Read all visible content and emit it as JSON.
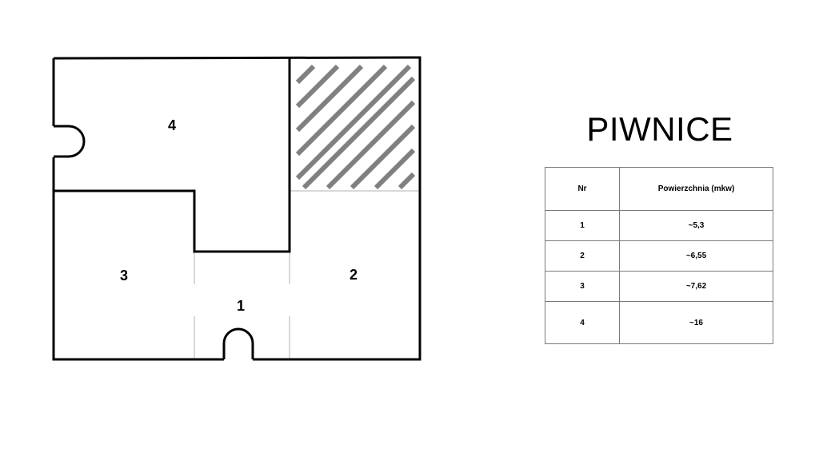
{
  "title": "PIWNICE",
  "rooms": [
    {
      "nr": "1"
    },
    {
      "nr": "2"
    },
    {
      "nr": "3"
    },
    {
      "nr": "4"
    }
  ],
  "table": {
    "headers": {
      "nr": "Nr",
      "area": "Powierzchnia (mkw)"
    },
    "rows": [
      {
        "nr": "1",
        "area": "~5,3"
      },
      {
        "nr": "2",
        "area": "~6,55"
      },
      {
        "nr": "3",
        "area": "~7,62"
      },
      {
        "nr": "4",
        "area": "~16"
      }
    ]
  },
  "colors": {
    "wall": "#000000",
    "hatch": "#808080",
    "thin_line": "#b0b0b0"
  }
}
